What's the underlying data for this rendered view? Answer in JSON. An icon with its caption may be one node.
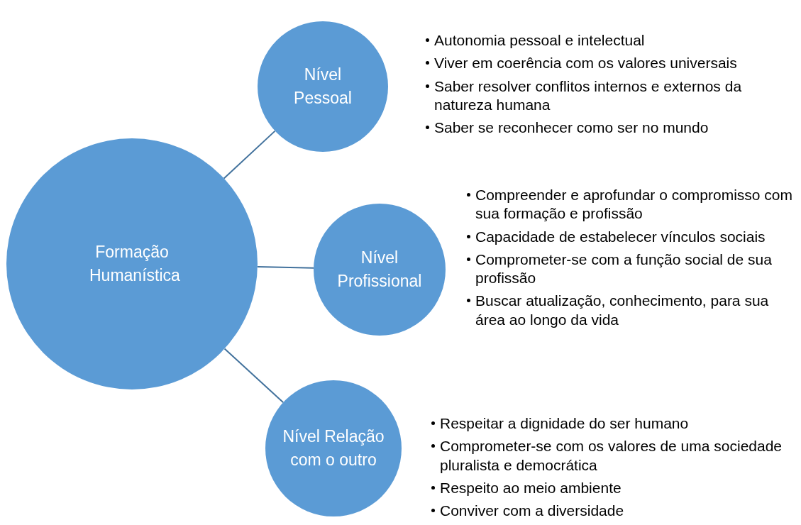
{
  "diagram": {
    "nodes": [
      {
        "text": [
          "Formação Humanística"
        ]
      },
      {
        "text": [
          "Nível Pessoal"
        ],
        "beside": [
          "Autonomia pessoal e intelectual",
          "Viver em coerência com os valores universais",
          "Saber resolver conflitos internos e externos da natureza humana",
          "Saber se reconhecer como ser no mundo"
        ]
      },
      {
        "text": [
          "Nível Profissional"
        ],
        "beside": [
          "Compreender e aprofundar o compromisso com sua formação e profissão",
          "Capacidade de estabelecer vínculos sociais",
          "Comprometer-se com a função social de sua profissão",
          "Buscar atualização, conhecimento, para sua área ao longo da vida"
        ]
      },
      {
        "text": [
          "Nível Relação com o outro"
        ],
        "beside": [
          "Respeitar a dignidade do ser humano",
          "Comprometer-se com os valores de uma sociedade pluralista e democrática",
          "Respeito ao meio ambiente",
          "Conviver com a diversidade"
        ]
      }
    ],
    "edges": [
      {
        "from": 0,
        "to": 1,
        "arrow": "none"
      },
      {
        "from": 0,
        "to": 2,
        "arrow": "none"
      },
      {
        "from": 0,
        "to": 3,
        "arrow": "none"
      }
    ]
  }
}
